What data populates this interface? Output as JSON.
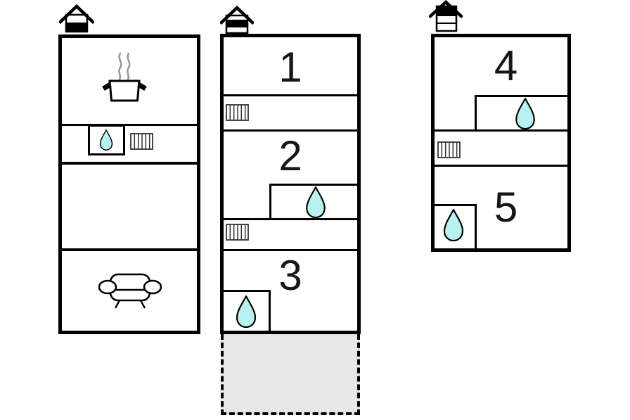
{
  "colors": {
    "page": "#ffffff",
    "wall": "#000000",
    "terrace": "#e7e7e7",
    "water": "#b9f1f3",
    "steam": "#9a9a9a"
  },
  "floorplan": {
    "name": "holiday-home-floor-plan",
    "buildings": [
      {
        "id": "left-building",
        "chimney": "chimney-icon",
        "rooms": [
          {
            "name": "kitchen",
            "features": [
              "cooking-pot-icon"
            ]
          },
          {
            "name": "bathroom",
            "features": [
              "water-drop-icon",
              "radiator-icon"
            ]
          },
          {
            "name": "room",
            "features": []
          },
          {
            "name": "living-room",
            "features": [
              "sofa-icon"
            ]
          }
        ]
      },
      {
        "id": "middle-building",
        "chimney": "chimney-icon",
        "rooms": [
          {
            "name": "room-1",
            "number": "1",
            "features": []
          },
          {
            "name": "hallway",
            "features": [
              "radiator-icon"
            ]
          },
          {
            "name": "room-2",
            "number": "2",
            "features": [
              "water-drop-icon"
            ]
          },
          {
            "name": "hallway",
            "features": [
              "radiator-icon"
            ]
          },
          {
            "name": "room-3",
            "number": "3",
            "features": [
              "water-drop-icon"
            ]
          },
          {
            "name": "terrace",
            "style": "dashed-outline",
            "features": []
          }
        ]
      },
      {
        "id": "right-building",
        "chimney": "chimney-icon",
        "rooms": [
          {
            "name": "room-4",
            "number": "4",
            "features": [
              "water-drop-icon"
            ]
          },
          {
            "name": "hallway",
            "features": [
              "radiator-icon"
            ]
          },
          {
            "name": "room-5",
            "number": "5",
            "features": [
              "water-drop-icon"
            ]
          }
        ]
      }
    ]
  },
  "labels": {
    "room1": "1",
    "room2": "2",
    "room3": "3",
    "room4": "4",
    "room5": "5"
  }
}
